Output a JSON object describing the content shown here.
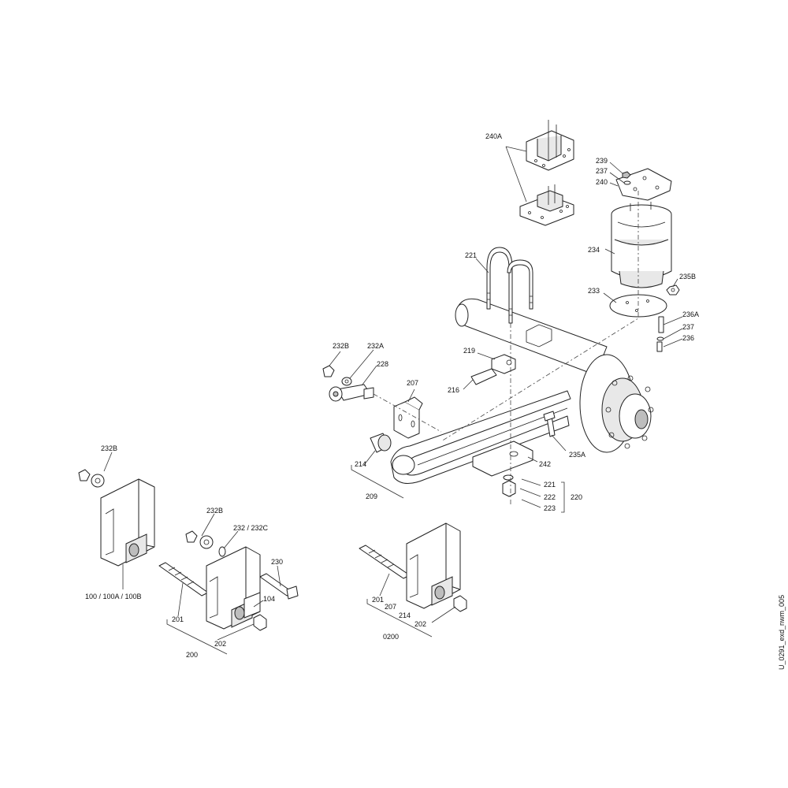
{
  "labels": {
    "l240A": "240A",
    "l239": "239",
    "l237a": "237",
    "l240": "240",
    "l221a": "221",
    "l234": "234",
    "l235B": "235B",
    "l233": "233",
    "l236A": "236A",
    "l237b": "237",
    "l236": "236",
    "l232Ba": "232B",
    "l232A": "232A",
    "l228": "228",
    "l219": "219",
    "l207a": "207",
    "l216": "216",
    "l214a": "214",
    "l209": "209",
    "l242": "242",
    "l235A": "235A",
    "l221b": "221",
    "l222": "222",
    "l223": "223",
    "l220": "220",
    "l232Bb": "232B",
    "l100": "100 / 100A / 100B",
    "l232Bc": "232B",
    "l232": "232 / 232C",
    "l230": "230",
    "l201a": "201",
    "l104": "104",
    "l202a": "202",
    "l200": "200",
    "l201b": "201",
    "l207b": "207",
    "l214b": "214",
    "l202b": "202",
    "l0200": "0200",
    "drawing_id": "U_0291_exd_nwm_005"
  }
}
